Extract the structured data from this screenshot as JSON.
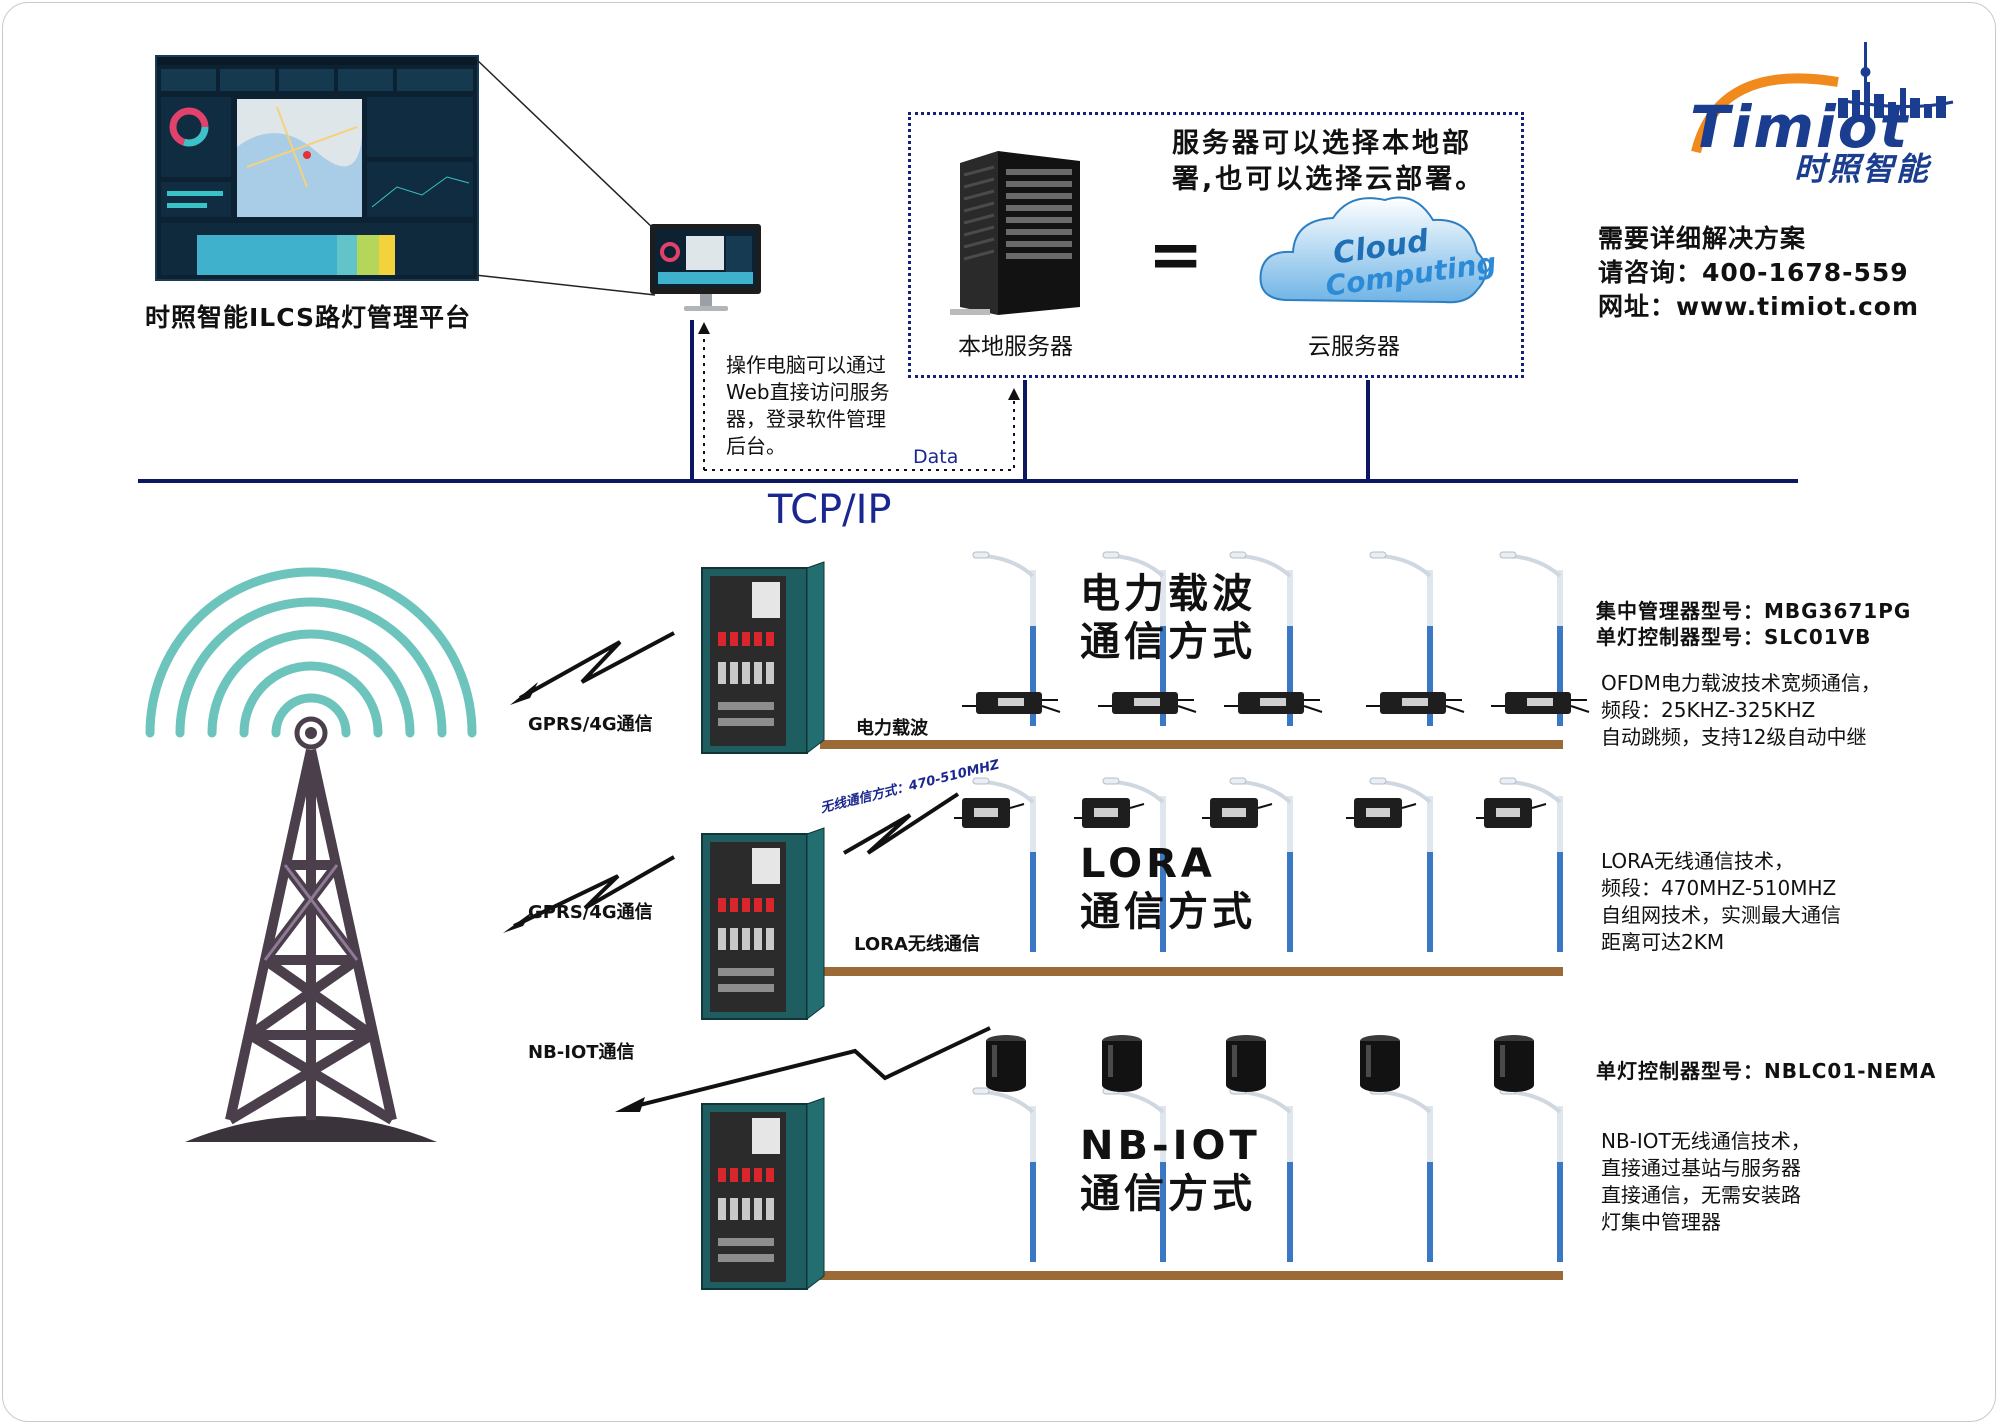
{
  "platform": {
    "title": "时照智能ILCS路灯管理平台"
  },
  "server": {
    "caption": "服务器可以选择本地部\n署,也可以选择云部署。",
    "local_label": "本地服务器",
    "cloud_label": "云服务器",
    "equals": "=",
    "cloud_text_1": "Cloud",
    "cloud_text_2": "Computing"
  },
  "access_note": "操作电脑可以通过\nWeb直接访问服务\n器，登录软件管理\n后台。",
  "data_label": "Data",
  "network_label": "TCP/IP",
  "brand": {
    "logo_text": "Timiot",
    "logo_subtitle": "时照智能"
  },
  "contact": {
    "line1": "需要详细解决方案",
    "line2": "请咨询：400-1678-559",
    "line3": "网址：www.timiot.com"
  },
  "sections": [
    {
      "title": "电力载波\n通信方式",
      "bus_label": "电力载波",
      "uplink_label": "GPRS/4G通信",
      "models": "集中管理器型号：MBG3671PG\n单灯控制器型号：SLC01VB",
      "description": "OFDM电力载波技术宽频通信，\n频段：25KHZ-325KHZ\n自动跳频，支持12级自动中继"
    },
    {
      "title": "LORA\n通信方式",
      "bus_label": "LORA无线通信",
      "uplink_label": "GPRS/4G通信",
      "wireless_label": "无线通信方式：470-510MHZ",
      "description": "LORA无线通信技术，\n频段：470MHZ-510MHZ\n自组网技术，实测最大通信\n距离可达2KM"
    },
    {
      "title": "NB-IOT\n通信方式",
      "uplink_label": "NB-IOT通信",
      "models": "单灯控制器型号：NBLC01-NEMA",
      "description": "NB-IOT无线通信技术，\n直接通过基站与服务器\n直接通信，无需安装路\n灯集中管理器"
    }
  ],
  "colors": {
    "network_line": "#0d1660",
    "ground_bar": "#9b6a37",
    "tower_rings": "#6cc4bd",
    "tower_lattice": "#4a3f4b",
    "cabinet": "#1f5e60",
    "brand_blue": "#1b3d8f",
    "brand_orange": "#f08a1c"
  }
}
